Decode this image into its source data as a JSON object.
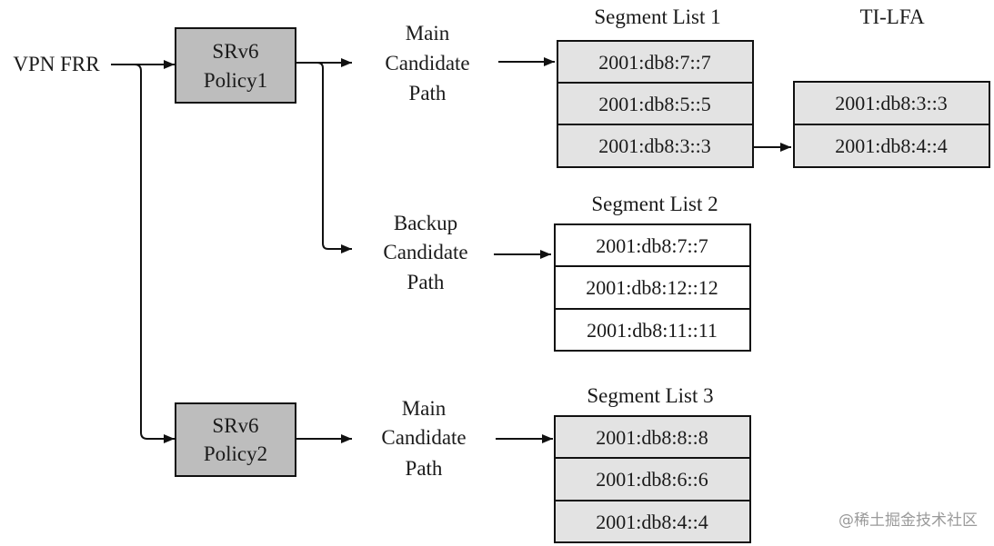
{
  "source": {
    "label": "VPN FRR"
  },
  "policies": [
    {
      "label_lines": [
        "SRv6",
        "Policy1"
      ],
      "fill": "#bdbdbd"
    },
    {
      "label_lines": [
        "SRv6",
        "Policy2"
      ],
      "fill": "#bdbdbd"
    }
  ],
  "paths": [
    {
      "label_lines": [
        "Main",
        "Candidate",
        "Path"
      ]
    },
    {
      "label_lines": [
        "Backup",
        "Candidate",
        "Path"
      ]
    },
    {
      "label_lines": [
        "Main",
        "Candidate",
        "Path"
      ]
    }
  ],
  "segment_lists": [
    {
      "title": "Segment List 1",
      "fill": "#e3e3e3",
      "entries": [
        "2001:db8:7::7",
        "2001:db8:5::5",
        "2001:db8:3::3"
      ]
    },
    {
      "title": "Segment List 2",
      "fill": "#ffffff",
      "entries": [
        "2001:db8:7::7",
        "2001:db8:12::12",
        "2001:db8:11::11"
      ]
    },
    {
      "title": "Segment List 3",
      "fill": "#e3e3e3",
      "entries": [
        "2001:db8:8::8",
        "2001:db8:6::6",
        "2001:db8:4::4"
      ]
    }
  ],
  "tilfa": {
    "title": "TI-LFA",
    "fill": "#e3e3e3",
    "entries": [
      "2001:db8:3::3",
      "2001:db8:4::4"
    ]
  },
  "watermark": "@稀土掘金技术社区"
}
